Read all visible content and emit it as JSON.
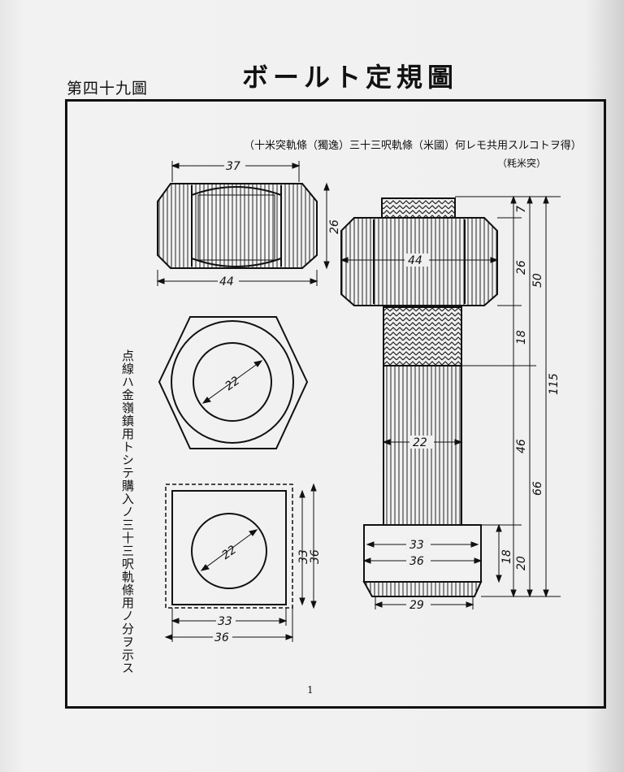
{
  "figure_number": "第四十九圖",
  "title": "ボールト定規圖",
  "header_note": "（十米突軌條（獨逸）三十三呎軌條（米國）何レモ共用スルコトヲ得）",
  "unit_note": "（粍米突）",
  "side_note": "点線ハ金嶺鎮用トシテ購入ノ三十三呎軌條用ノ分ヲ示ス",
  "page_mark": "1",
  "nut_side_view": {
    "top_width": "37",
    "height": "26",
    "bottom_width": "44"
  },
  "nut_top_view": {
    "hole_diameter": "22"
  },
  "washer_view": {
    "hole_diameter": "22",
    "inner_size": "33",
    "outer_size": "36",
    "inner_height": "33",
    "outer_height": "36"
  },
  "bolt_view": {
    "nut_width": "44",
    "thread_top": "7",
    "nut_height": "26",
    "nut_total": "50",
    "thread_length": "18",
    "shank_diameter": "22",
    "shank_length": "46",
    "head_inner_width": "33",
    "head_outer_width": "36",
    "head_bottom_width": "29",
    "head_height": "18",
    "head_total": "20",
    "under_nut_length": "66",
    "total_length": "115"
  }
}
